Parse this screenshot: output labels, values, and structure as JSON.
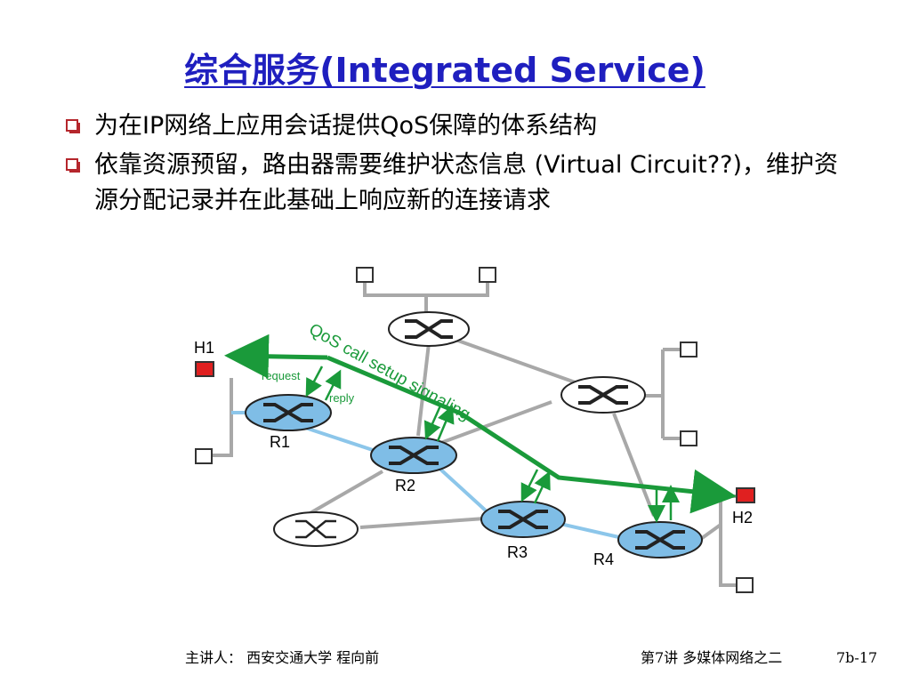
{
  "slide": {
    "title": "综合服务(Integrated Service)",
    "bullets": [
      "为在IP网络上应用会话提供QoS保障的体系结构",
      "依靠资源预留，路由器需要维护状态信息 (Virtual Circuit??)，维护资源分配记录并在此基础上响应新的连接请求"
    ]
  },
  "diagram": {
    "host_h1": "H1",
    "host_h2": "H2",
    "router_r1": "R1",
    "router_r2": "R2",
    "router_r3": "R3",
    "router_r4": "R4",
    "signaling_label": "QoS call setup signaling",
    "request_label": "request",
    "reply_label": "reply",
    "colors": {
      "path": "#1a9a3a",
      "router_active": "#7fbde6",
      "host_endpoint": "#e02020",
      "link": "#a8a8a8",
      "link_active": "#8cc6ea"
    }
  },
  "footer": {
    "left": "主讲人： 西安交通大学 程向前",
    "right": "第7讲 多媒体网络之二",
    "page": "7b-17"
  }
}
